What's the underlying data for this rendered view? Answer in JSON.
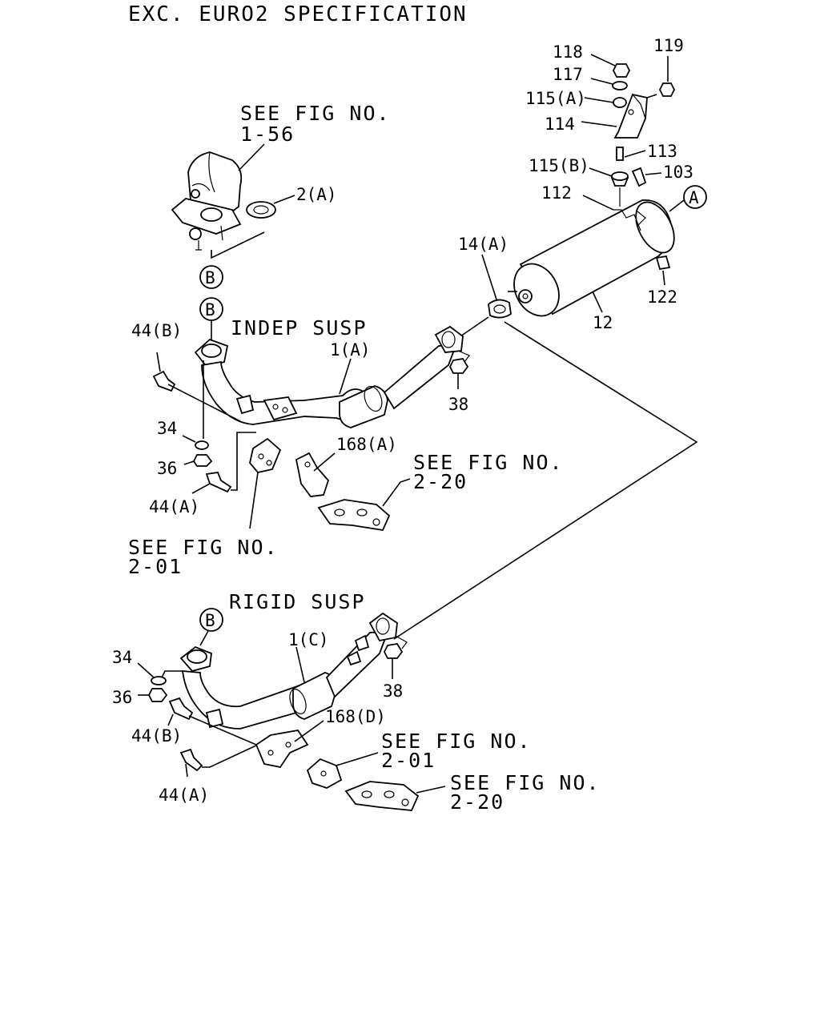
{
  "header": {
    "title": "EXC. EURO2 SPECIFICATION"
  },
  "callouts": {
    "a": "A",
    "b_top": "B",
    "b_indep": "B",
    "b_rigid": "B"
  },
  "refs": {
    "fig_1_56": [
      "SEE FIG NO.",
      "1-56"
    ],
    "fig_2_20_indep": [
      "SEE FIG NO.",
      "2-20"
    ],
    "fig_2_01_indep": [
      "SEE FIG NO.",
      "2-01"
    ],
    "fig_2_01_rigid": [
      "SEE FIG NO.",
      "2-01"
    ],
    "fig_2_20_rigid": [
      "SEE FIG NO.",
      "2-20"
    ]
  },
  "sections": {
    "indep": "INDEP SUSP",
    "rigid": "RIGID SUSP"
  },
  "labels": {
    "p118": "118",
    "p117": "117",
    "p115a": "115(A)",
    "p114": "114",
    "p119": "119",
    "p113": "113",
    "p115b": "115(B)",
    "p103": "103",
    "p112": "112",
    "p2a": "2(A)",
    "p14a": "14(A)",
    "p12": "12",
    "p122": "122",
    "p44b_indep": "44(B)",
    "p1a": "1(A)",
    "p38_indep": "38",
    "p34_indep": "34",
    "p36_indep": "36",
    "p168a": "168(A)",
    "p44a_indep": "44(A)",
    "p1c": "1(C)",
    "p34_rigid": "34",
    "p36_rigid": "36",
    "p38_rigid": "38",
    "p44b_rigid": "44(B)",
    "p168d": "168(D)",
    "p44a_rigid": "44(A)"
  }
}
